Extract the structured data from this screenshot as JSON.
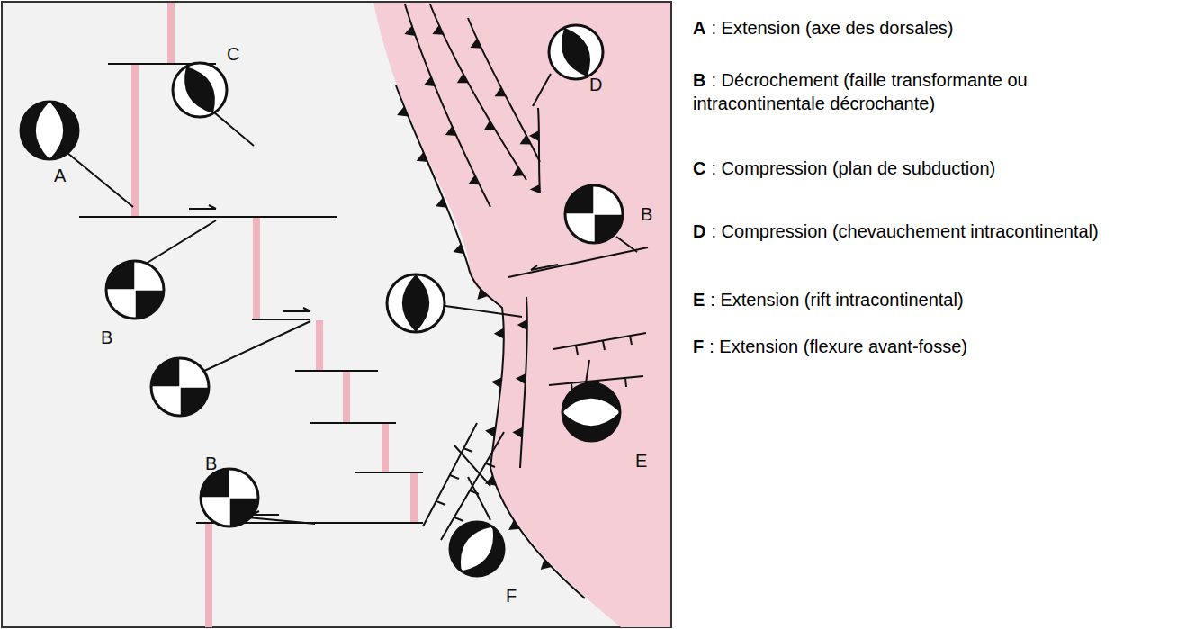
{
  "diagram": {
    "labels": [
      "A",
      "C",
      "D",
      "B",
      "B",
      "B",
      "E",
      "F",
      "A",
      ": Extension (axe des dorsales)",
      "B",
      ": Décrochement (faille transformante ou intracontinentale décrochante)",
      "C",
      ": Compression (plan de subduction)",
      "D",
      ": Compression (chevauchement intracontinental)",
      "E",
      ": Extension (rift intracontinental)",
      "F",
      ": Extension (flexure avant-fosse)"
    ]
  }
}
